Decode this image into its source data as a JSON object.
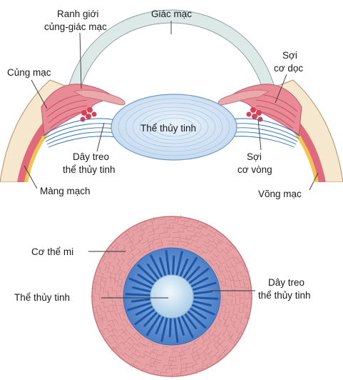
{
  "top_figure": {
    "labels": {
      "giac_mac": "Giác mạc",
      "ranh_gioi_1": "Ranh giới",
      "ranh_gioi_2": "củng-giác mạc",
      "cung_mac": "Củng mạc",
      "soi_co_doc_1": "Sợi",
      "soi_co_doc_2": "cơ dọc",
      "the_thuy_tinh": "Thể thủy tinh",
      "day_treo_1": "Dây treo",
      "day_treo_2": "thể thủy tinh",
      "soi_co_vong_1": "Sợi",
      "soi_co_vong_2": "cơ vòng",
      "mang_mach": "Màng mạch",
      "vong_mac": "Võng mạc"
    }
  },
  "bottom_figure": {
    "labels": {
      "co_the_mi": "Cơ thể mi",
      "the_thuy_tinh": "Thể thủy tinh",
      "day_treo_1": "Dây treo",
      "day_treo_2": "thể thủy tinh"
    }
  },
  "colors": {
    "cornea": "#dde9e6",
    "sclera": "#f6e7cf",
    "ciliary_pink": "#e98a97",
    "choroid": "#e06a7c",
    "retina_yellow": "#f1c64a",
    "lens": "#cfe1f1",
    "lens_ring": "#8fb4d6",
    "zonule_blue": "#2f6fb4",
    "ciliary_ring": "#e7a2a6",
    "blue_disc": "#5b8fd3",
    "zonule_dark": "#2155a3",
    "lens_center": "#bfdcef"
  }
}
